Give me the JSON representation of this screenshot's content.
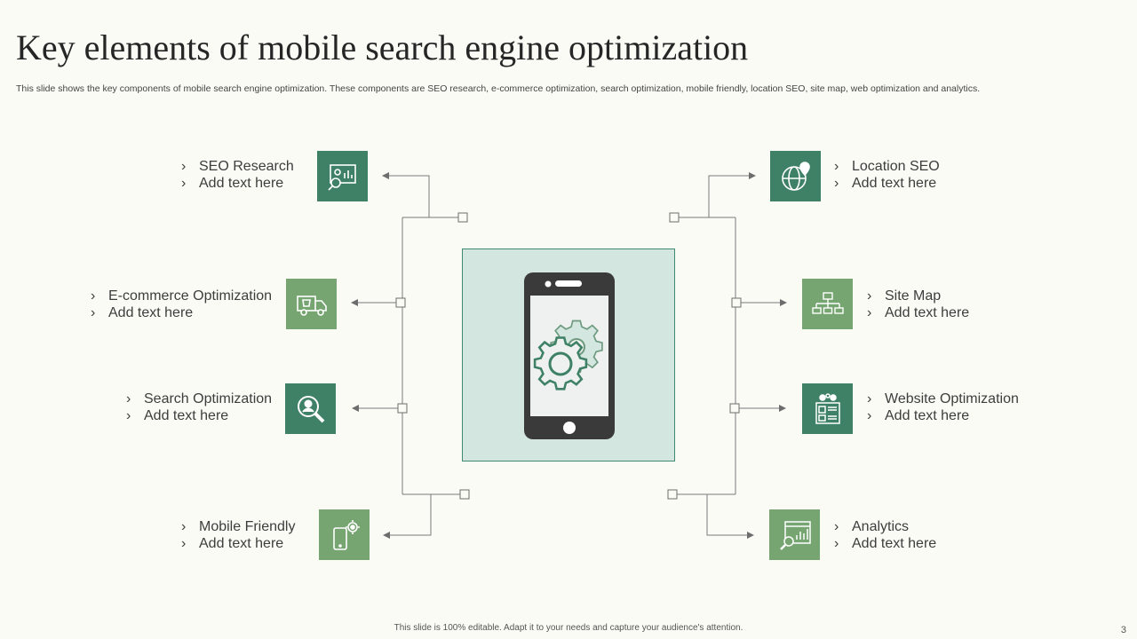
{
  "title": "Key elements of mobile search engine optimization",
  "subtitle": "This slide shows the key components of mobile search engine optimization. These components are SEO research, e-commerce optimization, search optimization, mobile friendly, location SEO, site map, web optimization and analytics.",
  "footer": "This slide is 100% editable. Adapt it to your needs and capture your audience's attention.",
  "page_number": "3",
  "bullet": "›",
  "colors": {
    "dark_green": "#3e8166",
    "light_green": "#77a572",
    "center_fill": "#d3e6df",
    "phone": "#3a3a3a"
  },
  "center_icon": "smartphone-gears-icon",
  "components": [
    {
      "id": "seo-research",
      "title": "SEO Research",
      "text": "Add text here",
      "icon": "presentation-magnifier-icon"
    },
    {
      "id": "ecommerce-optimization",
      "title": "E-commerce Optimization",
      "text": "Add text here",
      "icon": "delivery-truck-icon"
    },
    {
      "id": "search-optimization",
      "title": "Search Optimization",
      "text": "Add text here",
      "icon": "magnifier-user-icon"
    },
    {
      "id": "mobile-friendly",
      "title": "Mobile Friendly",
      "text": "Add text here",
      "icon": "phone-gear-icon"
    },
    {
      "id": "location-seo",
      "title": "Location SEO",
      "text": "Add text here",
      "icon": "globe-pin-icon"
    },
    {
      "id": "site-map",
      "title": "Site Map",
      "text": "Add text here",
      "icon": "sitemap-icon"
    },
    {
      "id": "website-optimization",
      "title": "Website Optimization",
      "text": "Add text here",
      "icon": "website-gears-icon"
    },
    {
      "id": "analytics",
      "title": "Analytics",
      "text": "Add text here",
      "icon": "chart-magnifier-icon"
    }
  ]
}
